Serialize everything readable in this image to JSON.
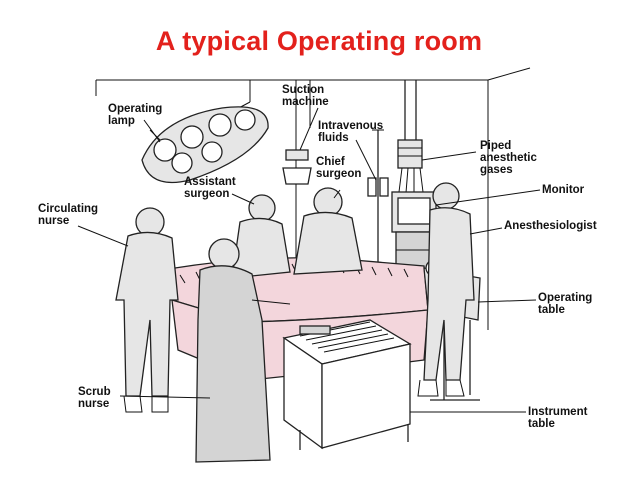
{
  "title": "A typical Operating room",
  "colors": {
    "title": "#e3211c",
    "drape": "#f3d6dc",
    "gown": "#d8d8d8"
  },
  "labels": {
    "operating_lamp": "Operating\nlamp",
    "suction_machine": "Suction\nmachine",
    "intravenous_fluids": "Intravenous\nfluids",
    "chief_surgeon": "Chief\nsurgeon",
    "assistant_surgeon": "Assistant\nsurgeon",
    "piped_anesthetic_gases": "Piped\nanesthetic\ngases",
    "monitor": "Monitor",
    "anesthesiologist": "Anesthesiologist",
    "circulating_nurse": "Circulating\nnurse",
    "operating_table": "Operating\ntable",
    "scrub_nurse": "Scrub\nnurse",
    "instrument_table": "Instrument\ntable"
  }
}
